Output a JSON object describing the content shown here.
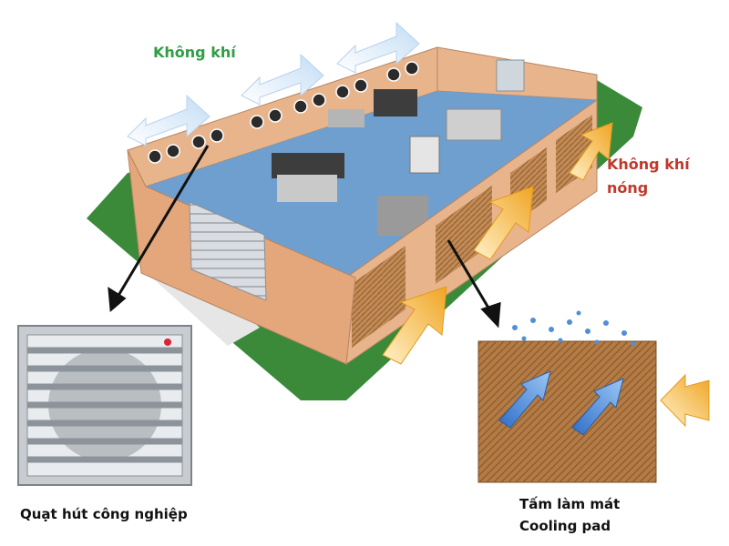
{
  "labels": {
    "air": "Không khí",
    "hot_air_line1": "Không khí",
    "hot_air_line2": "nóng",
    "fan": "Quạt hút công nghiệp",
    "pad_line1": "Tấm làm mát",
    "pad_line2": "Cooling pad"
  },
  "colors": {
    "air_label": "#2f9e44",
    "hot_air_label": "#c0392b",
    "ground": "#3a8a3a",
    "wall": "#e8b48c",
    "roof_edge": "#d49a6e",
    "floor": "#6f9fce",
    "pad": "#b8824e",
    "arrow_hot": "#f0a524",
    "arrow_cool": "#4a86d8",
    "exhaust_arrow": "#d6e7f8"
  }
}
